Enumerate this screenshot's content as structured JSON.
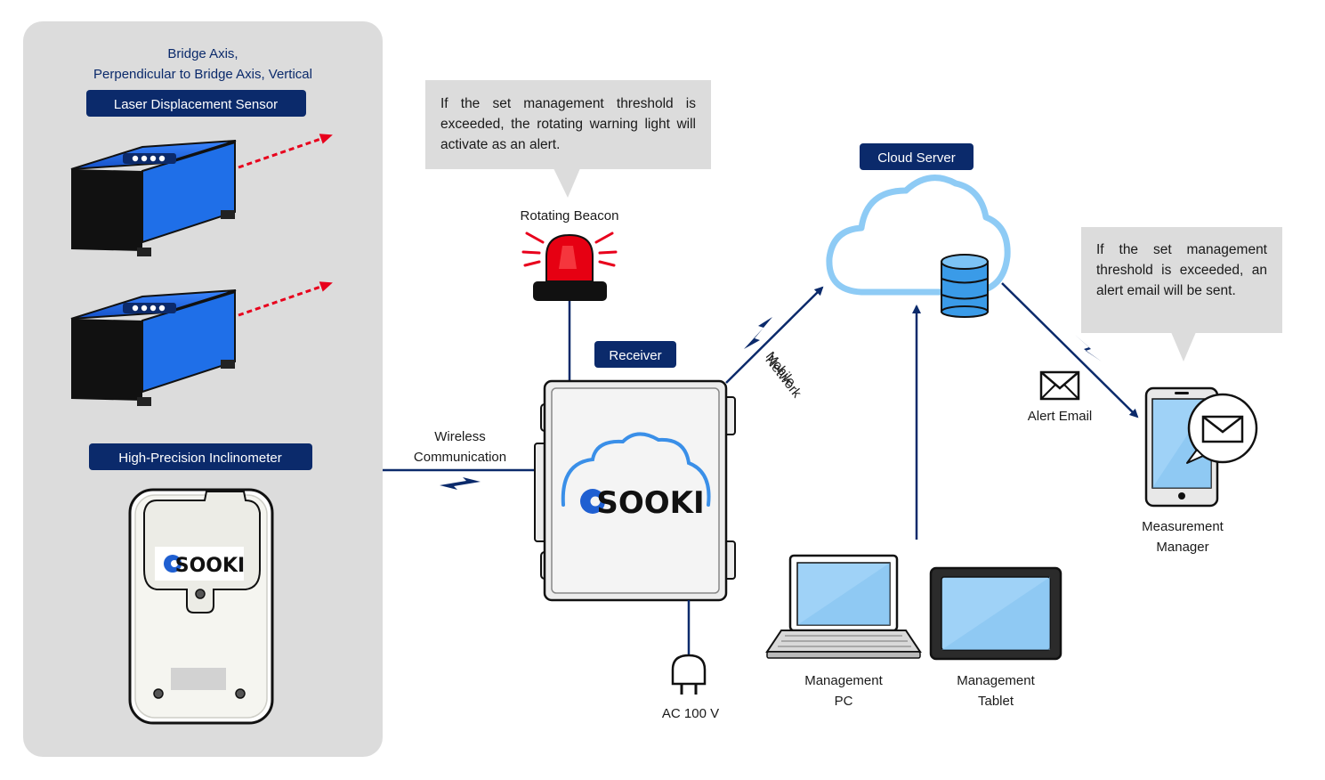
{
  "colors": {
    "navy": "#0b2a6b",
    "panel_grey": "#dcdcdc",
    "callout_grey": "#dcdcdc",
    "sensor_blue": "#1f6fe8",
    "laser_red": "#e8001c",
    "cloud_blue": "#8ecbf5",
    "screen_blue": "#9fd2f7",
    "beacon_red": "#e60012"
  },
  "sensor_panel": {
    "heading_line1": "Bridge Axis,",
    "heading_line2": "Perpendicular to Bridge Axis, Vertical",
    "laser_label": "Laser Displacement Sensor",
    "inclinometer_label": "High-Precision Inclinometer",
    "inclinometer_logo": "SOOKI"
  },
  "wireless": {
    "line1": "Wireless",
    "line2": "Communication"
  },
  "beacon": {
    "label": "Rotating Beacon",
    "callout": "If the set management threshold is exceeded, the rotating  warning light will activate as an alert."
  },
  "receiver": {
    "label": "Receiver",
    "logo": "SOOKI"
  },
  "power": {
    "label": "AC 100 V"
  },
  "mobile": {
    "line1": "Mobile",
    "line2": "Network"
  },
  "cloud": {
    "label": "Cloud Server"
  },
  "alert_email": {
    "label": "Alert Email",
    "callout": "If the set management threshold is exceeded, an alert email will be sent."
  },
  "manager": {
    "line1": "Measurement",
    "line2": "Manager"
  },
  "management_pc": {
    "line1": "Management",
    "line2": "PC"
  },
  "management_tablet": {
    "line1": "Management",
    "line2": "Tablet"
  }
}
